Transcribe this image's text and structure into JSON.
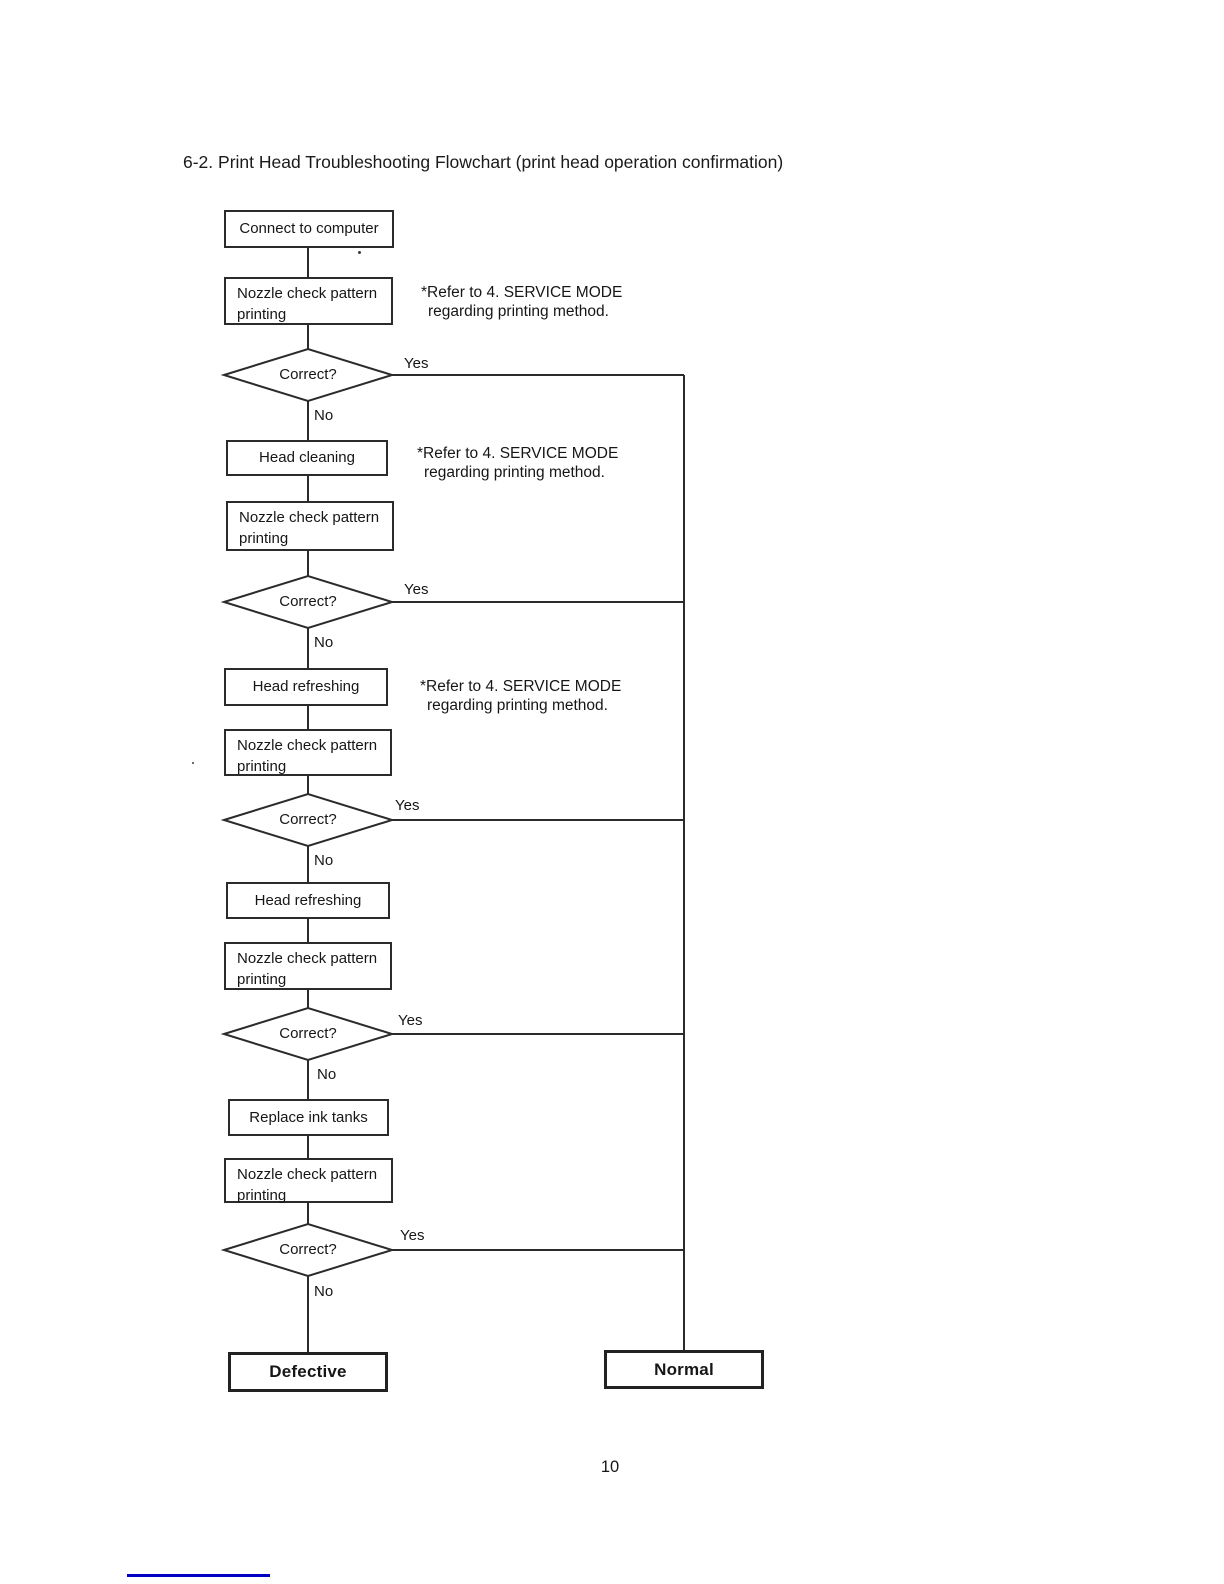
{
  "document": {
    "title": "6-2.  Print Head Troubleshooting Flowchart (print head operation confirmation)",
    "page_number": "10"
  },
  "flowchart": {
    "decision_label": "Correct?",
    "yes": "Yes",
    "no": "No",
    "steps": {
      "connect": "Connect to computer",
      "nozzle_check_line1": "Nozzle check pattern",
      "nozzle_check_line2": "printing",
      "head_cleaning": "Head cleaning",
      "head_refreshing": "Head refreshing",
      "replace_ink_tanks": "Replace ink tanks"
    },
    "outcomes": {
      "defective": "Defective",
      "normal": "Normal"
    },
    "note": {
      "line1": "*Refer to 4. SERVICE MODE",
      "line2": "regarding printing method."
    }
  },
  "colors": {
    "line": "#2b2b2b",
    "text": "#161616",
    "footer_underline": "#0000c4"
  }
}
